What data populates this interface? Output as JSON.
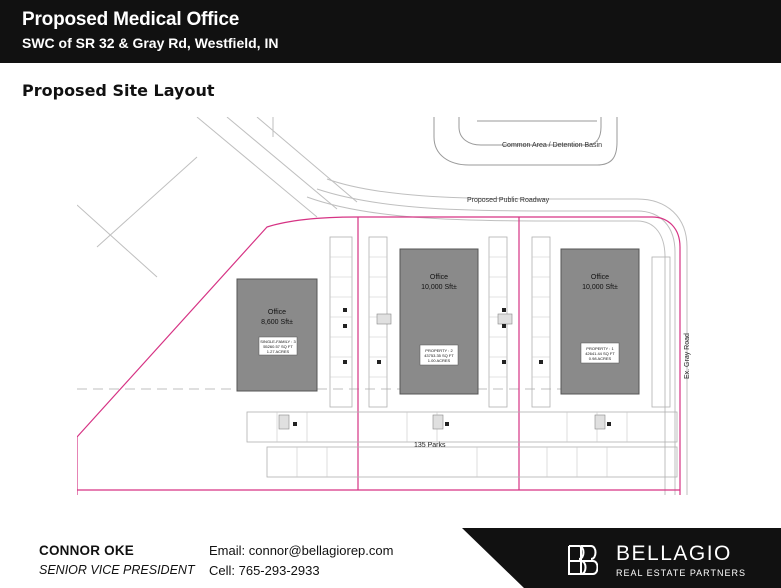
{
  "header": {
    "title": "Proposed Medical Office",
    "subtitle": "SWC of SR 32 & Gray Rd, Westfield, IN"
  },
  "section_title": "Proposed Site Layout",
  "site_plan": {
    "detention_label": "Common Area / Detention Basin",
    "roadway_label": "Proposed Public Roadway",
    "gray_road_label": "Ex. Gray Road",
    "parking_label": "135 Parks",
    "buildings": [
      {
        "name": "Office",
        "size": "8,600  Sft±",
        "lot_line1": "SINGLE-FAMILY : 3",
        "lot_line2": "55260.57 SQ FT",
        "lot_line3": "1.27 ACRES"
      },
      {
        "name": "Office",
        "size": "10,000  Sft±",
        "lot_line1": "PROPERTY : 2",
        "lot_line2": "43753.35 SQ FT",
        "lot_line3": "1.00 ACRES"
      },
      {
        "name": "Office",
        "size": "10,000  Sft±",
        "lot_line1": "PROPERTY : 1",
        "lot_line2": "42641.44 SQ FT",
        "lot_line3": "0.98 ACRES"
      }
    ]
  },
  "contact": {
    "name": "CONNOR OKE",
    "role": "SENIOR VICE PRESIDENT",
    "email": "Email: connor@bellagiorep.com",
    "cell": "Cell: 765-293-2933"
  },
  "brand": {
    "name": "BELLAGIO",
    "tagline": "REAL ESTATE PARTNERS",
    "colors": {
      "dark": "#111111",
      "lot_line": "#d63384",
      "building": "#8a8a8a"
    }
  }
}
